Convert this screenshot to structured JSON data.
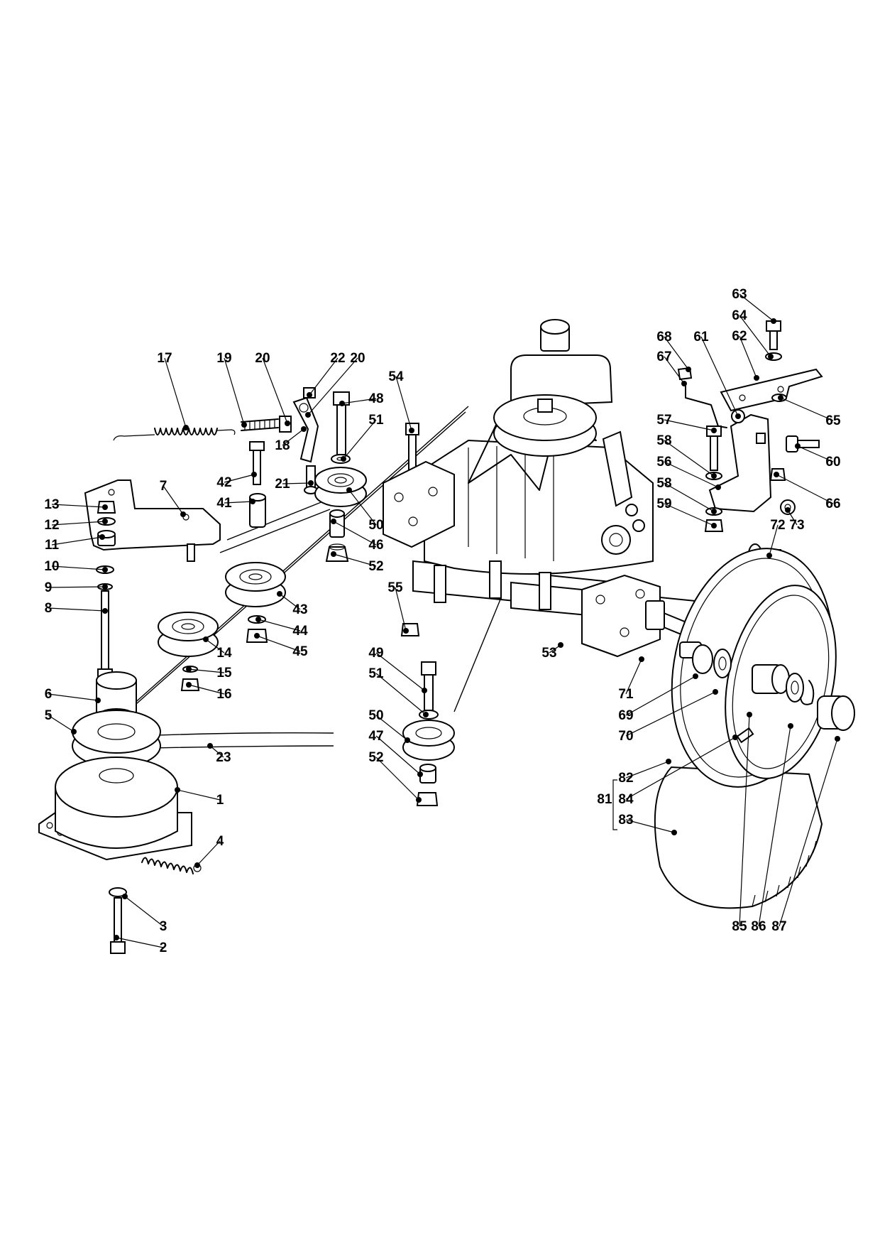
{
  "callouts": [
    {
      "n": "17",
      "t": [
        232,
        510
      ]
    },
    {
      "n": "19",
      "t": [
        316,
        510
      ]
    },
    {
      "n": "20",
      "t": [
        370,
        510
      ]
    },
    {
      "n": "22",
      "t": [
        476,
        510
      ]
    },
    {
      "n": "20",
      "t": [
        504,
        510
      ]
    },
    {
      "n": "54",
      "t": [
        558,
        536
      ]
    },
    {
      "n": "48",
      "t": [
        530,
        567
      ]
    },
    {
      "n": "51",
      "t": [
        530,
        597
      ]
    },
    {
      "n": "18",
      "t": [
        398,
        633
      ]
    },
    {
      "n": "21",
      "t": [
        398,
        687
      ]
    },
    {
      "n": "42",
      "t": [
        316,
        685
      ]
    },
    {
      "n": "41",
      "t": [
        316,
        714
      ]
    },
    {
      "n": "7",
      "t": [
        230,
        690
      ]
    },
    {
      "n": "13",
      "t": [
        73,
        716
      ]
    },
    {
      "n": "12",
      "t": [
        73,
        745
      ]
    },
    {
      "n": "11",
      "t": [
        73,
        773
      ]
    },
    {
      "n": "10",
      "t": [
        73,
        803
      ]
    },
    {
      "n": "9",
      "t": [
        68,
        833
      ]
    },
    {
      "n": "8",
      "t": [
        68,
        862
      ]
    },
    {
      "n": "50",
      "t": [
        530,
        745
      ]
    },
    {
      "n": "46",
      "t": [
        530,
        773
      ]
    },
    {
      "n": "52",
      "t": [
        530,
        803
      ]
    },
    {
      "n": "55",
      "t": [
        557,
        833
      ]
    },
    {
      "n": "43",
      "t": [
        423,
        864
      ]
    },
    {
      "n": "44",
      "t": [
        423,
        894
      ]
    },
    {
      "n": "45",
      "t": [
        423,
        923
      ]
    },
    {
      "n": "14",
      "t": [
        316,
        925
      ]
    },
    {
      "n": "15",
      "t": [
        316,
        953
      ]
    },
    {
      "n": "16",
      "t": [
        316,
        983
      ]
    },
    {
      "n": "6",
      "t": [
        68,
        983
      ]
    },
    {
      "n": "5",
      "t": [
        68,
        1013
      ]
    },
    {
      "n": "53",
      "t": [
        774,
        925
      ]
    },
    {
      "n": "49",
      "t": [
        530,
        925
      ]
    },
    {
      "n": "51",
      "t": [
        530,
        954
      ]
    },
    {
      "n": "50",
      "t": [
        530,
        1013
      ]
    },
    {
      "n": "47",
      "t": [
        530,
        1042
      ]
    },
    {
      "n": "52",
      "t": [
        530,
        1072
      ]
    },
    {
      "n": "23",
      "t": [
        315,
        1072
      ]
    },
    {
      "n": "1",
      "t": [
        310,
        1132
      ]
    },
    {
      "n": "4",
      "t": [
        310,
        1190
      ]
    },
    {
      "n": "3",
      "t": [
        230,
        1310
      ]
    },
    {
      "n": "2",
      "t": [
        230,
        1340
      ]
    },
    {
      "n": "71",
      "t": [
        882,
        983
      ]
    },
    {
      "n": "69",
      "t": [
        882,
        1013
      ]
    },
    {
      "n": "70",
      "t": [
        882,
        1042
      ]
    },
    {
      "n": "82",
      "t": [
        882,
        1101
      ]
    },
    {
      "n": "81",
      "t": [
        852,
        1131
      ]
    },
    {
      "n": "84",
      "t": [
        882,
        1131
      ]
    },
    {
      "n": "83",
      "t": [
        882,
        1160
      ]
    },
    {
      "n": "85",
      "t": [
        1042,
        1310
      ]
    },
    {
      "n": "86",
      "t": [
        1069,
        1310
      ]
    },
    {
      "n": "87",
      "t": [
        1098,
        1310
      ]
    },
    {
      "n": "63",
      "t": [
        1042,
        420
      ]
    },
    {
      "n": "64",
      "t": [
        1042,
        450
      ]
    },
    {
      "n": "62",
      "t": [
        1042,
        479
      ]
    },
    {
      "n": "68",
      "t": [
        936,
        480
      ]
    },
    {
      "n": "61",
      "t": [
        988,
        480
      ]
    },
    {
      "n": "67",
      "t": [
        936,
        508
      ]
    },
    {
      "n": "65",
      "t": [
        1174,
        598
      ]
    },
    {
      "n": "57",
      "t": [
        936,
        597
      ]
    },
    {
      "n": "58",
      "t": [
        936,
        626
      ]
    },
    {
      "n": "60",
      "t": [
        1174,
        656
      ]
    },
    {
      "n": "56",
      "t": [
        936,
        656
      ]
    },
    {
      "n": "58",
      "t": [
        936,
        686
      ]
    },
    {
      "n": "66",
      "t": [
        1174,
        715
      ]
    },
    {
      "n": "59",
      "t": [
        936,
        715
      ]
    },
    {
      "n": "72",
      "t": [
        1096,
        745
      ]
    },
    {
      "n": "73",
      "t": [
        1123,
        745
      ]
    }
  ]
}
